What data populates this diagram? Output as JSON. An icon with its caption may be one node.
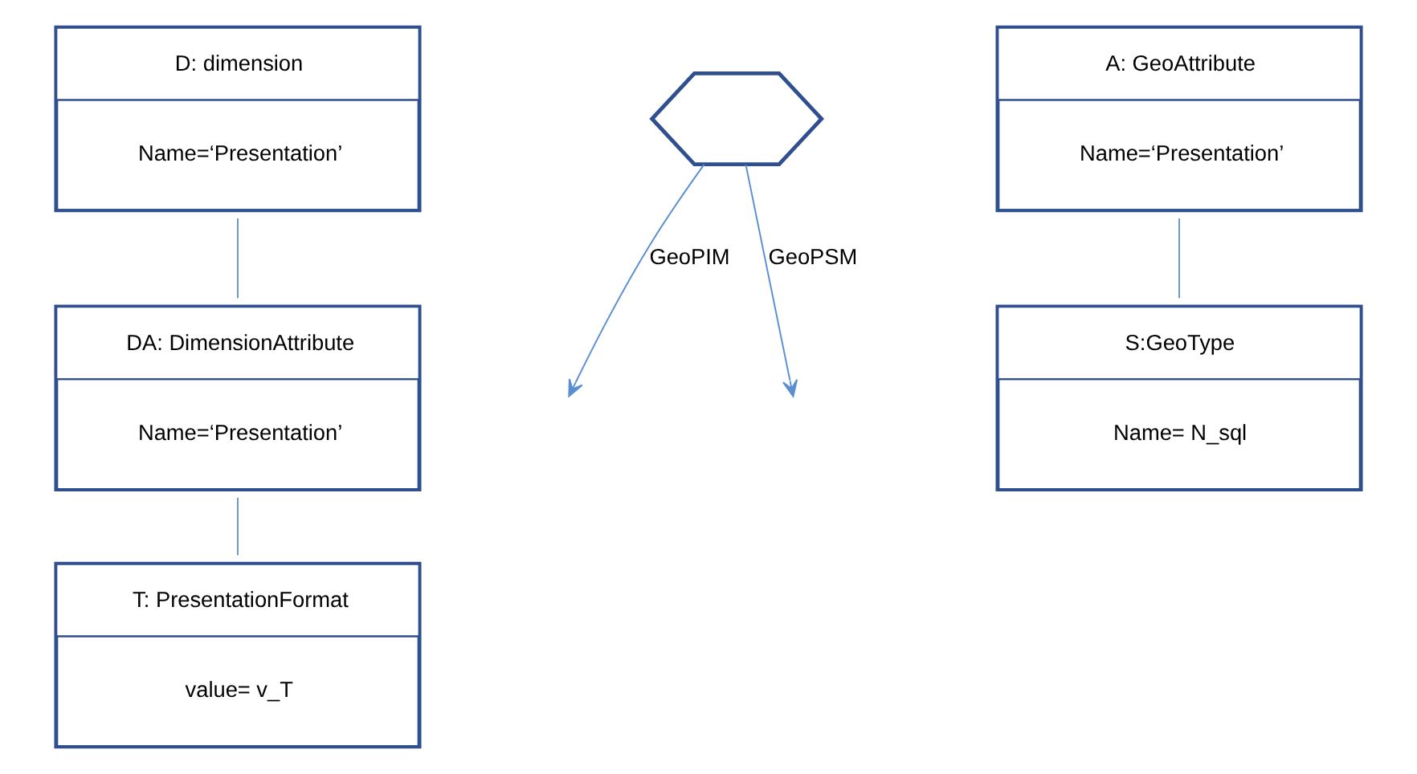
{
  "diagram": {
    "nodes": [
      {
        "text": [
          "D: dimension",
          "Name=‘Presentation’"
        ]
      },
      {
        "text": [
          "DA: DimensionAttribute",
          "Name=‘Presentation’"
        ]
      },
      {
        "text": [
          "T: PresentationFormat",
          "value= v_T"
        ]
      },
      {
        "text": [],
        "shape": "hexagon"
      },
      {
        "text": [
          "A: GeoAttribute",
          "Name=‘Presentation’"
        ]
      },
      {
        "text": [
          "S:GeoType",
          "Name= N_sql"
        ]
      }
    ],
    "edges": [
      {
        "from": 0,
        "to": 1,
        "arrow": "none"
      },
      {
        "from": 1,
        "to": 2,
        "arrow": "none"
      },
      {
        "from": 3,
        "to": null,
        "arrow": "to",
        "label": "GeoPIM",
        "color": "#5b8fd0"
      },
      {
        "from": 3,
        "to": null,
        "arrow": "to",
        "label": "GeoPSM",
        "color": "#5b8fd0"
      },
      {
        "from": 4,
        "to": 5,
        "arrow": "none"
      }
    ]
  }
}
